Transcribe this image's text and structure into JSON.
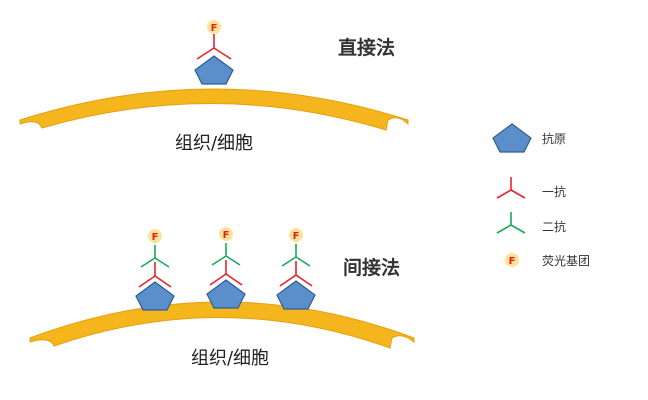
{
  "direct": {
    "title": "直接法",
    "surface_label": "组织/细胞"
  },
  "indirect": {
    "title": "间接法",
    "surface_label": "组织/细胞"
  },
  "legend": {
    "antigen": "抗原",
    "primary_antibody": "一抗",
    "secondary_antibody": "二抗",
    "fluorophore": "荧光基团"
  },
  "fluorophore_letter": "F",
  "colors": {
    "surface": "#f5b51c",
    "antigen": "#5b8fcb",
    "antigen_stroke": "#2d5e95",
    "primary_antibody": "#e8232b",
    "secondary_antibody": "#1aa85a",
    "fluorophore_fill": "#fde39a",
    "fluorophore_text": "#e02020"
  }
}
